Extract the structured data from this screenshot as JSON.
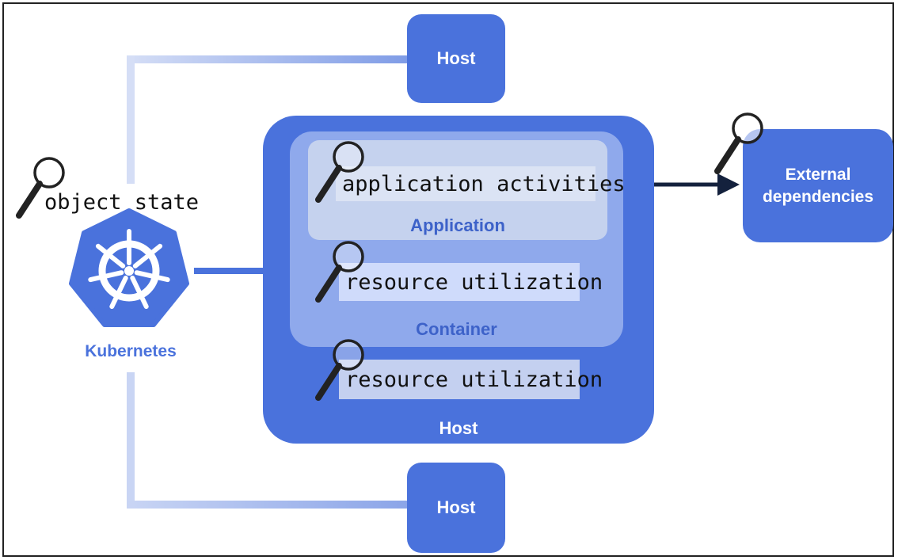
{
  "hosts": {
    "top_label": "Host",
    "bottom_label": "Host",
    "main_label": "Host"
  },
  "container": {
    "label": "Container"
  },
  "application": {
    "label": "Application"
  },
  "external": {
    "line1": "External",
    "line2": "dependencies"
  },
  "kubernetes": {
    "label": "Kubernetes"
  },
  "annotations": {
    "object_state": "object state",
    "application_activities": "application activities",
    "container_resource_utilization": "resource utilization",
    "host_resource_utilization": "resource utilization"
  },
  "colors": {
    "host_blue": "#4a72dc",
    "container_blue": "#8fa9ec",
    "application_blue": "#c5d2ee",
    "connector_light": "#b9c9f1",
    "arrow_dark": "#14213d"
  },
  "icons": [
    "magnifier-icon",
    "kubernetes-helm-icon",
    "double-arrow-icon"
  ]
}
